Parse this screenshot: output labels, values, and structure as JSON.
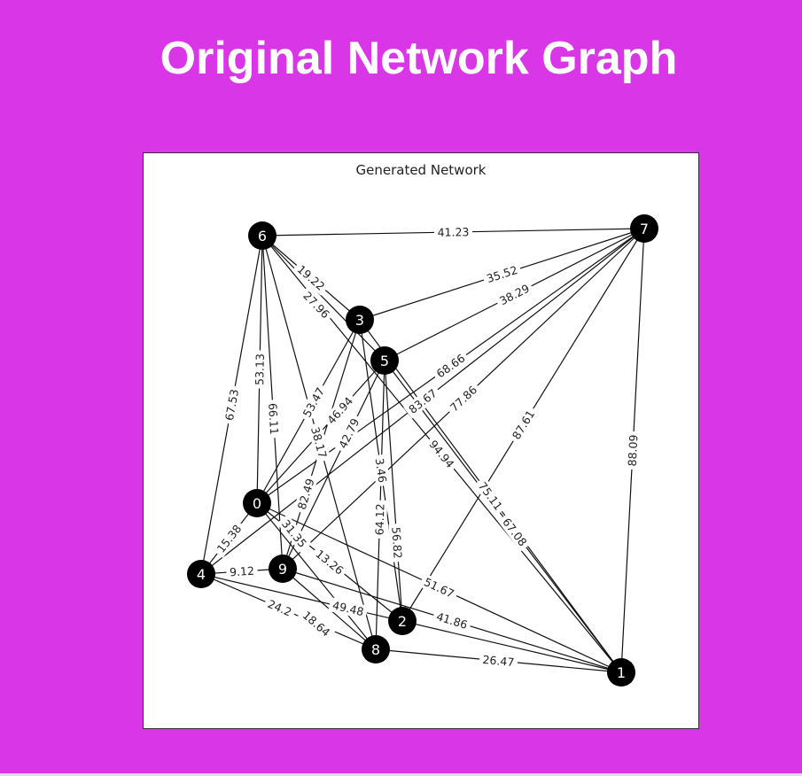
{
  "page": {
    "title": "Original Network Graph",
    "background": "#d936e8"
  },
  "graph": {
    "title": "Generated Network",
    "nodes": [
      "0",
      "1",
      "2",
      "3",
      "4",
      "5",
      "6",
      "7",
      "8",
      "9"
    ],
    "edges": [
      {
        "s": "6",
        "t": "7",
        "w": "41.23"
      },
      {
        "s": "3",
        "t": "7",
        "w": "35.52"
      },
      {
        "s": "5",
        "t": "7",
        "w": "38.29"
      },
      {
        "s": "0",
        "t": "7",
        "w": "68.66"
      },
      {
        "s": "9",
        "t": "7",
        "w": "77.86"
      },
      {
        "s": "2",
        "t": "7",
        "w": "87.61"
      },
      {
        "s": "1",
        "t": "7",
        "w": "88.09"
      },
      {
        "s": "6",
        "t": "4",
        "w": "67.53"
      },
      {
        "s": "6",
        "t": "0",
        "w": "53.13"
      },
      {
        "s": "6",
        "t": "9",
        "w": "66.11"
      },
      {
        "s": "6",
        "t": "8",
        "w": "38.17"
      },
      {
        "s": "6",
        "t": "3",
        "w": "19.22"
      },
      {
        "s": "6",
        "t": "5",
        "w": "27.96"
      },
      {
        "s": "6",
        "t": "1",
        "w": "94.94"
      },
      {
        "s": "3",
        "t": "2",
        "w": "3.46"
      },
      {
        "s": "3",
        "t": "1",
        "w": "75.11"
      },
      {
        "s": "5",
        "t": "1",
        "w": "67.08"
      },
      {
        "s": "0",
        "t": "3",
        "w": "53.47"
      },
      {
        "s": "0",
        "t": "5",
        "w": "46.94"
      },
      {
        "s": "4",
        "t": "7",
        "w": "83.67"
      },
      {
        "s": "3",
        "t": "9",
        "w": "82.49"
      },
      {
        "s": "5",
        "t": "9",
        "w": "42.79"
      },
      {
        "s": "5",
        "t": "8",
        "w": "64.12"
      },
      {
        "s": "5",
        "t": "2",
        "w": "56.82"
      },
      {
        "s": "0",
        "t": "1",
        "w": "51.67"
      },
      {
        "s": "9",
        "t": "1",
        "w": "41.86"
      },
      {
        "s": "8",
        "t": "1",
        "w": "26.47"
      },
      {
        "s": "4",
        "t": "1",
        "w": "49.48"
      },
      {
        "s": "0",
        "t": "4",
        "w": "15.38"
      },
      {
        "s": "0",
        "t": "2",
        "w": "13.26"
      },
      {
        "s": "4",
        "t": "9",
        "w": "9.12"
      },
      {
        "s": "0",
        "t": "8",
        "w": "31.35"
      },
      {
        "s": "9",
        "t": "8",
        "w": "18.64"
      },
      {
        "s": "4",
        "t": "8",
        "w": "24.2"
      }
    ]
  }
}
